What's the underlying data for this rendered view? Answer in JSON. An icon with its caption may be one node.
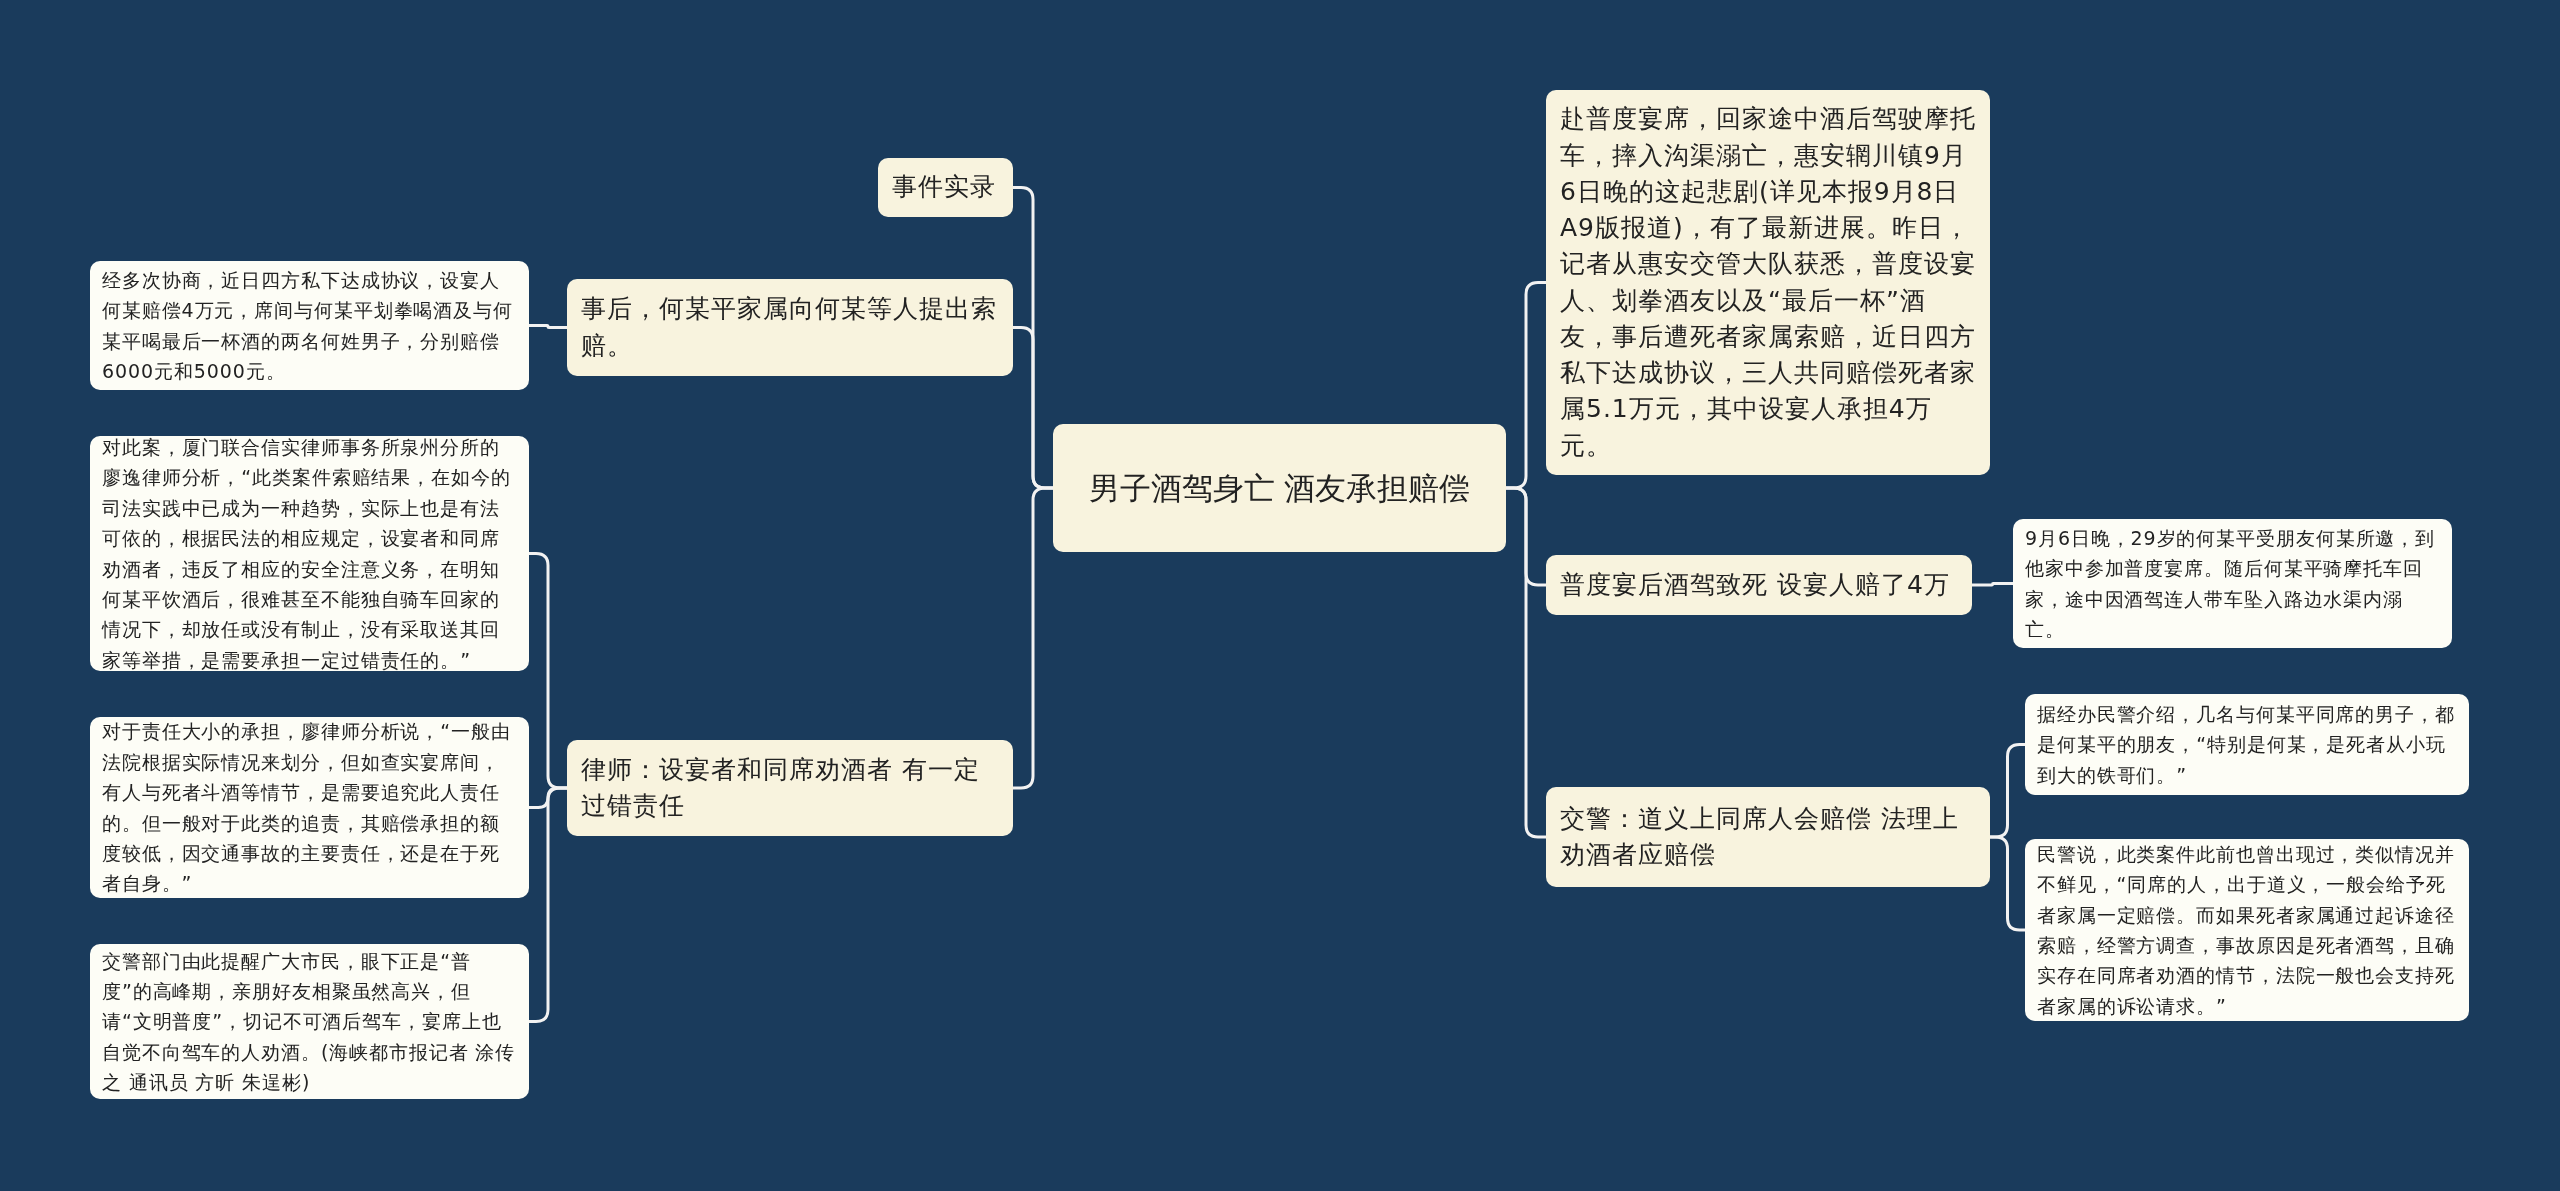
{
  "diagram": {
    "nodes": [
      {
        "text": [
          "男子酒驾身亡 酒友承担赔偿"
        ]
      },
      {
        "text": [
          "事件实录"
        ]
      },
      {
        "text": [
          "事后，何某平家属向何某等人提出索赔。"
        ]
      },
      {
        "text": [
          "经多次协商，近日四方私下达成协议，设宴人何某赔偿4万元，席间与何某平划拳喝酒及与何某平喝最后一杯酒的两名何姓男子，分别赔偿6000元和5000元。"
        ]
      },
      {
        "text": [
          "律师：设宴者和同席劝酒者 有一定过错责任"
        ]
      },
      {
        "text": [
          "对此案，厦门联合信实律师事务所泉州分所的廖逸律师分析，“此类案件索赔结果，在如今的司法实践中已成为一种趋势，实际上也是有法可依的，根据民法的相应规定，设宴者和同席劝酒者，违反了相应的安全注意义务，在明知何某平饮酒后，很难甚至不能独自骑车回家的情况下，却放任或没有制止，没有采取送其回家等举措，是需要承担一定过错责任的。”"
        ]
      },
      {
        "text": [
          "对于责任大小的承担，廖律师分析说，“一般由法院根据实际情况来划分，但如查实宴席间，有人与死者斗酒等情节，是需要追究此人责任的。但一般对于此类的追责，其赔偿承担的额度较低，因交通事故的主要责任，还是在于死者自身。”"
        ]
      },
      {
        "text": [
          "交警部门由此提醒广大市民，眼下正是“普度”的高峰期，亲朋好友相聚虽然高兴，但请“文明普度”，切记不可酒后驾车，宴席上也自觉不向驾车的人劝酒。(海峡都市报记者 涂传之 通讯员 方昕 朱逞彬)"
        ]
      },
      {
        "text": [
          "赴普度宴席，回家途中酒后驾驶摩托车，摔入沟渠溺亡，惠安辋川镇9月6日晚的这起悲剧(详见本报9月8日A9版报道)，有了最新进展。昨日，记者从惠安交管大队获悉，普度设宴人、划拳酒友以及“最后一杯”酒友，事后遭死者家属索赔，近日四方私下达成协议，三人共同赔偿死者家属5.1万元，其中设宴人承担4万元。"
        ]
      },
      {
        "text": [
          "普度宴后酒驾致死 设宴人赔了4万"
        ]
      },
      {
        "text": [
          "9月6日晚，29岁的何某平受朋友何某所邀，到他家中参加普度宴席。随后何某平骑摩托车回家，途中因酒驾连人带车坠入路边水渠内溺亡。"
        ]
      },
      {
        "text": [
          "交警：道义上同席人会赔偿 法理上劝酒者应赔偿"
        ]
      },
      {
        "text": [
          "据经办民警介绍，几名与何某平同席的男子，都是何某平的朋友，“特别是何某，是死者从小玩到大的铁哥们。”"
        ]
      },
      {
        "text": [
          "民警说，此类案件此前也曾出现过，类似情况并不鲜见，“同席的人，出于道义，一般会给予死者家属一定赔偿。而如果死者家属通过起诉途径索赔，经警方调查，事故原因是死者酒驾，且确实存在同席者劝酒的情节，法院一般也会支持死者家属的诉讼请求。”"
        ]
      }
    ],
    "edges": [
      {
        "from": 0,
        "to": 1,
        "arrow": "none"
      },
      {
        "from": 0,
        "to": 2,
        "arrow": "none"
      },
      {
        "from": 0,
        "to": 4,
        "arrow": "none"
      },
      {
        "from": 0,
        "to": 8,
        "arrow": "none"
      },
      {
        "from": 0,
        "to": 9,
        "arrow": "none"
      },
      {
        "from": 0,
        "to": 11,
        "arrow": "none"
      },
      {
        "from": 2,
        "to": 3,
        "arrow": "none"
      },
      {
        "from": 4,
        "to": 5,
        "arrow": "none"
      },
      {
        "from": 4,
        "to": 6,
        "arrow": "none"
      },
      {
        "from": 4,
        "to": 7,
        "arrow": "none"
      },
      {
        "from": 9,
        "to": 10,
        "arrow": "none"
      },
      {
        "from": 11,
        "to": 12,
        "arrow": "none"
      },
      {
        "from": 11,
        "to": 13,
        "arrow": "none"
      }
    ]
  }
}
